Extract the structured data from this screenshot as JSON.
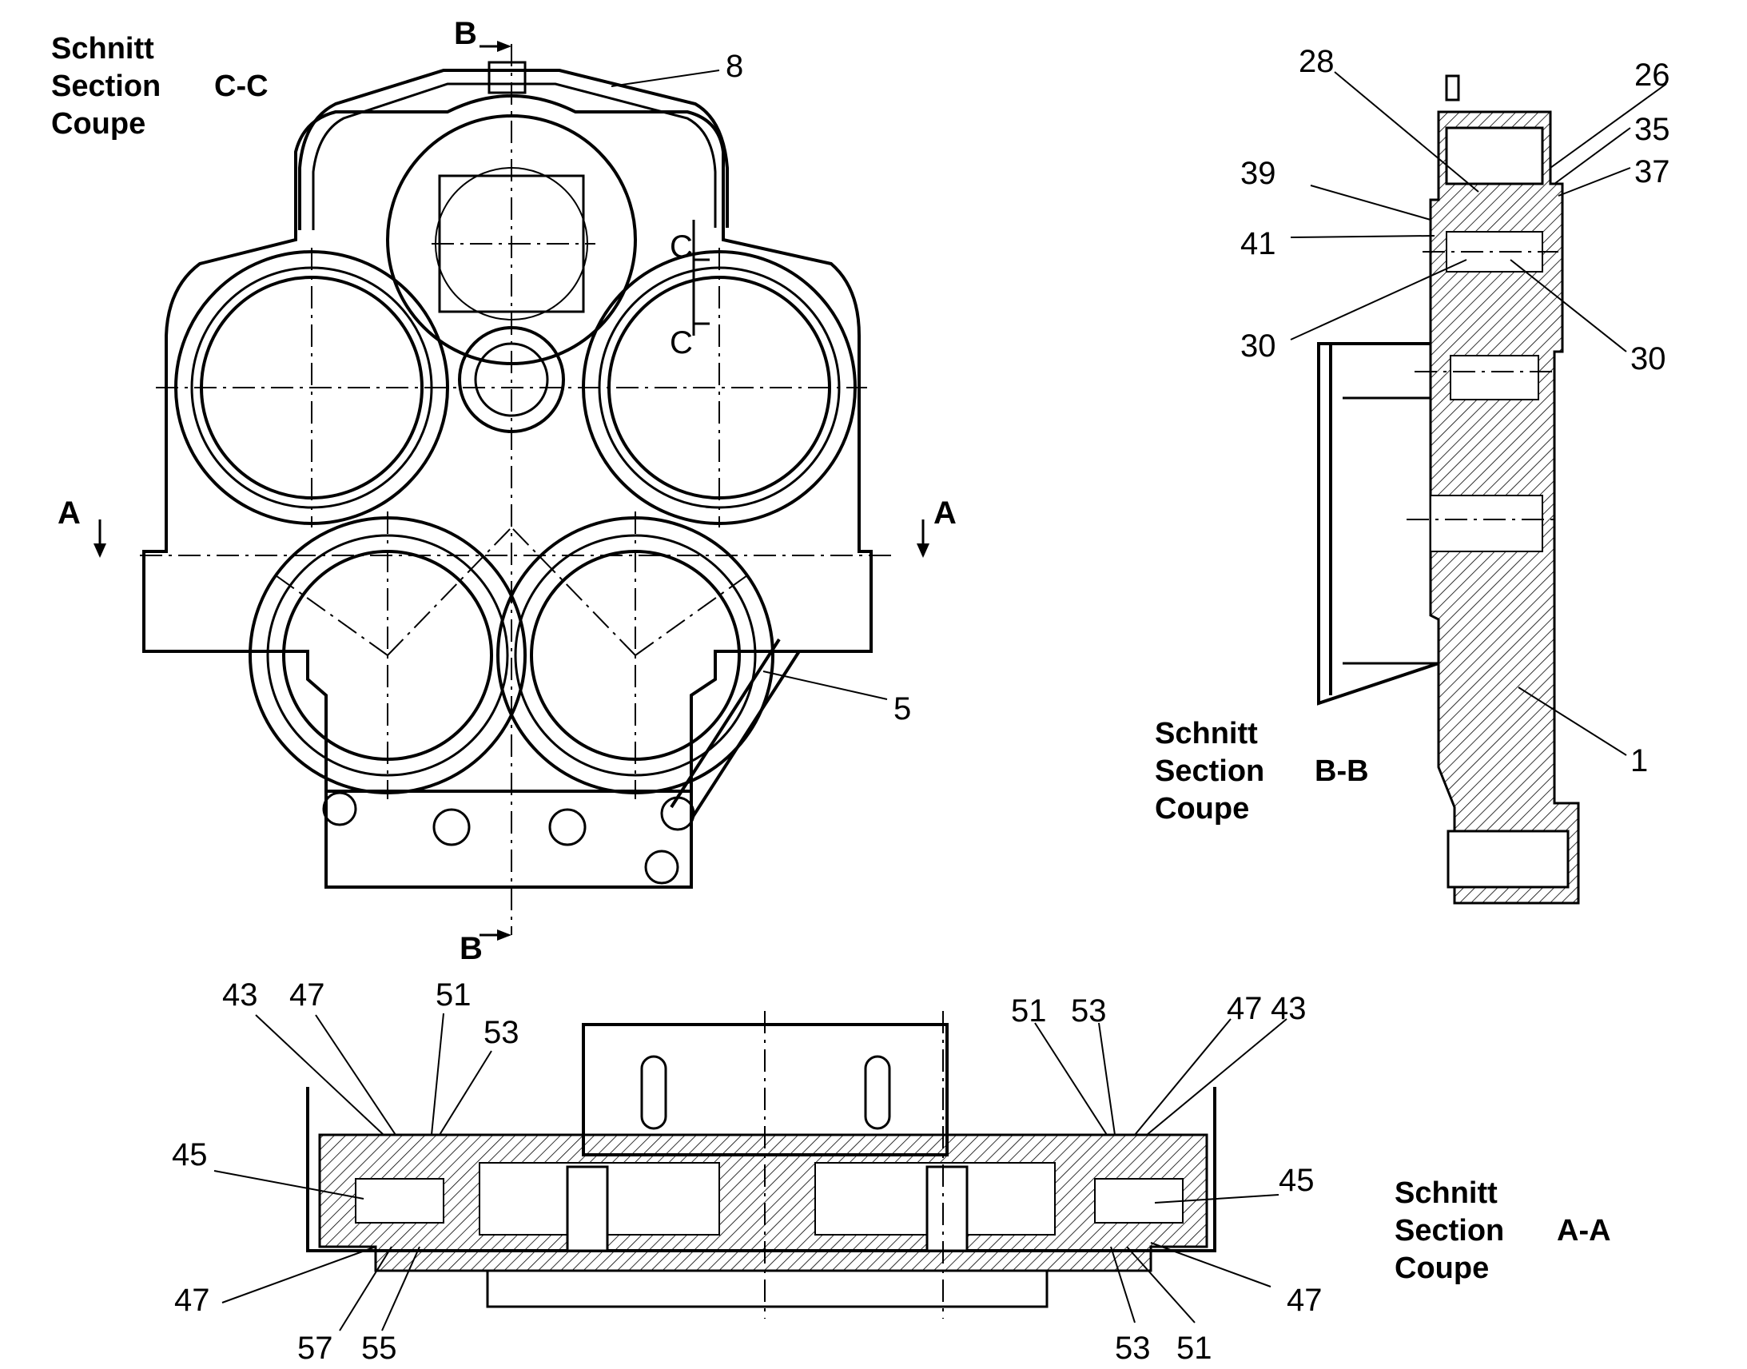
{
  "views": {
    "cc": {
      "line1": "Schnitt",
      "line2": "Section",
      "line3": "Coupe",
      "code": "C-C"
    },
    "bb": {
      "line1": "Schnitt",
      "line2": "Section",
      "line3": "Coupe",
      "code": "B-B"
    },
    "aa": {
      "line1": "Schnitt",
      "line2": "Section",
      "line3": "Coupe",
      "code": "A-A"
    }
  },
  "section_markers": {
    "b_top": "B",
    "b_bottom": "B",
    "a_left": "A",
    "a_right": "A",
    "c_upper": "C",
    "c_lower": "C"
  },
  "front_view_callouts": {
    "p8": "8",
    "p5": "5"
  },
  "side_view_callouts": {
    "p28": "28",
    "p26": "26",
    "p35": "35",
    "p37": "37",
    "p39": "39",
    "p41": "41",
    "p30a": "30",
    "p30b": "30",
    "p1": "1"
  },
  "bottom_view_callouts": {
    "l43": "43",
    "l47a": "47",
    "l51": "51",
    "l53": "53",
    "l45": "45",
    "l47b": "47",
    "l57": "57",
    "l55": "55",
    "r51": "51",
    "r53": "53",
    "r47a": "47",
    "r43": "43",
    "r45": "45",
    "r47b": "47",
    "r53b": "53",
    "r51b": "51"
  },
  "colors": {
    "ink": "#000000",
    "paper": "#ffffff",
    "hatch": "#000000"
  }
}
